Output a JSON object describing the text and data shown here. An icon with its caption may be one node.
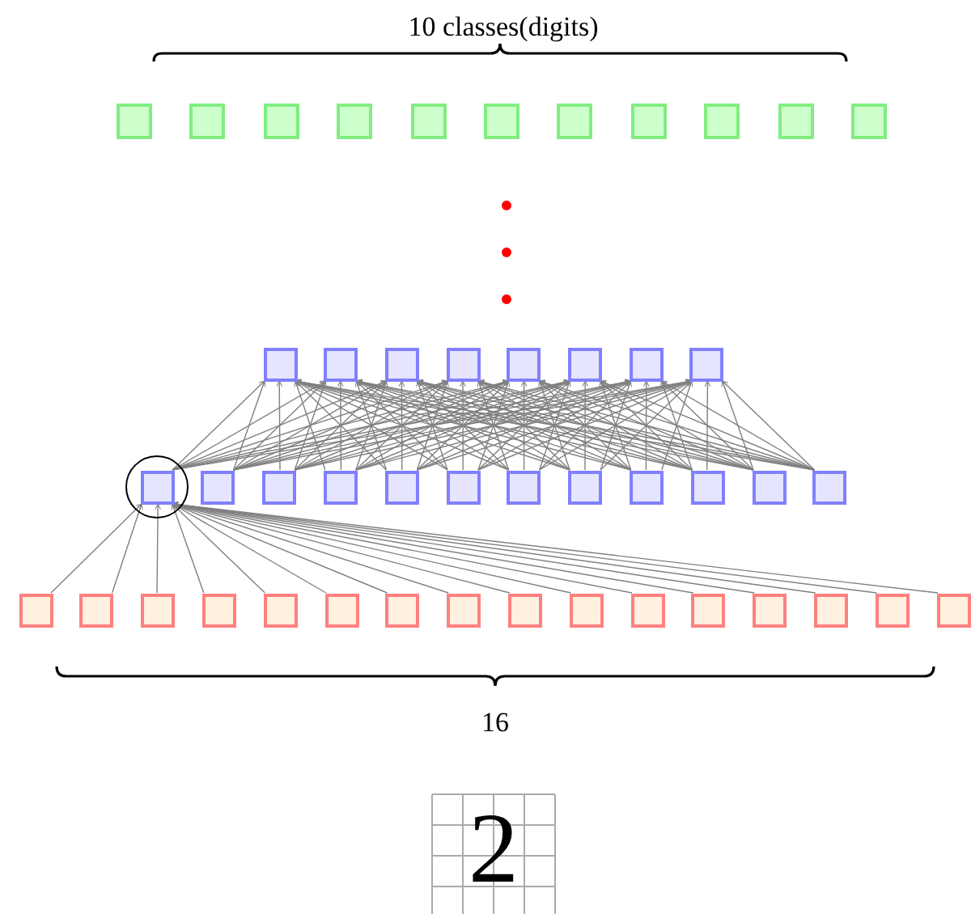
{
  "diagram": {
    "nodes": [
      {
        "text": [],
        "shape": "box"
      },
      {
        "text": [],
        "shape": "box"
      },
      {
        "text": [],
        "shape": "box"
      },
      {
        "text": [],
        "shape": "box"
      },
      {
        "text": [],
        "shape": "box"
      },
      {
        "text": [],
        "shape": "box"
      },
      {
        "text": [],
        "shape": "box"
      },
      {
        "text": [],
        "shape": "box"
      },
      {
        "text": [],
        "shape": "box"
      },
      {
        "text": [],
        "shape": "box"
      },
      {
        "text": [],
        "shape": "box"
      },
      {
        "text": [],
        "shape": "box"
      },
      {
        "text": [],
        "shape": "box"
      },
      {
        "text": [],
        "shape": "box"
      },
      {
        "text": [],
        "shape": "box"
      },
      {
        "text": [],
        "shape": "box"
      },
      {
        "text": [],
        "shape": "box"
      },
      {
        "text": [],
        "shape": "box"
      },
      {
        "text": [],
        "shape": "box"
      },
      {
        "text": [],
        "shape": "box"
      },
      {
        "text": [],
        "shape": "box"
      },
      {
        "text": [],
        "shape": "box"
      },
      {
        "text": [],
        "shape": "box"
      },
      {
        "text": [],
        "shape": "box"
      },
      {
        "text": [],
        "shape": "box"
      },
      {
        "text": [],
        "shape": "box"
      },
      {
        "text": [],
        "shape": "box"
      },
      {
        "text": [],
        "shape": "box"
      },
      {
        "text": [],
        "shape": "box"
      },
      {
        "text": [],
        "shape": "box"
      },
      {
        "text": [],
        "shape": "box"
      },
      {
        "text": [],
        "shape": "box"
      },
      {
        "text": [],
        "shape": "box"
      },
      {
        "text": [],
        "shape": "box"
      },
      {
        "text": [],
        "shape": "box"
      },
      {
        "text": [],
        "shape": "box"
      },
      {
        "text": [],
        "shape": "box"
      },
      {
        "text": [],
        "shape": "box"
      },
      {
        "text": [],
        "shape": "box"
      },
      {
        "text": [],
        "shape": "box"
      },
      {
        "text": [],
        "shape": "box"
      },
      {
        "text": [],
        "shape": "box"
      },
      {
        "text": [],
        "shape": "box"
      },
      {
        "text": [],
        "shape": "box"
      },
      {
        "text": [],
        "shape": "box"
      },
      {
        "text": [],
        "shape": "box"
      },
      {
        "text": [],
        "shape": "box"
      }
    ],
    "edges": [
      {
        "from": 31,
        "to": 19,
        "arrow": "to"
      },
      {
        "from": 32,
        "to": 19,
        "arrow": "to"
      },
      {
        "from": 33,
        "to": 19,
        "arrow": "to"
      },
      {
        "from": 34,
        "to": 19,
        "arrow": "to"
      },
      {
        "from": 35,
        "to": 19,
        "arrow": "to"
      },
      {
        "from": 36,
        "to": 19,
        "arrow": "to"
      },
      {
        "from": 37,
        "to": 19,
        "arrow": "to"
      },
      {
        "from": 38,
        "to": 19,
        "arrow": "to"
      },
      {
        "from": 39,
        "to": 19,
        "arrow": "to"
      },
      {
        "from": 40,
        "to": 19,
        "arrow": "to"
      },
      {
        "from": 41,
        "to": 19,
        "arrow": "to"
      },
      {
        "from": 42,
        "to": 19,
        "arrow": "to"
      },
      {
        "from": 43,
        "to": 19,
        "arrow": "to"
      },
      {
        "from": 44,
        "to": 19,
        "arrow": "to"
      },
      {
        "from": 45,
        "to": 19,
        "arrow": "to"
      },
      {
        "from": 46,
        "to": 19,
        "arrow": "to"
      },
      {
        "from": 19,
        "to": 11,
        "arrow": "to"
      },
      {
        "from": 19,
        "to": 12,
        "arrow": "to"
      },
      {
        "from": 19,
        "to": 13,
        "arrow": "to"
      },
      {
        "from": 19,
        "to": 14,
        "arrow": "to"
      },
      {
        "from": 19,
        "to": 15,
        "arrow": "to"
      },
      {
        "from": 19,
        "to": 16,
        "arrow": "to"
      },
      {
        "from": 19,
        "to": 17,
        "arrow": "to"
      },
      {
        "from": 19,
        "to": 18,
        "arrow": "to"
      },
      {
        "from": 20,
        "to": 11,
        "arrow": "to"
      },
      {
        "from": 20,
        "to": 12,
        "arrow": "to"
      },
      {
        "from": 20,
        "to": 13,
        "arrow": "to"
      },
      {
        "from": 20,
        "to": 14,
        "arrow": "to"
      },
      {
        "from": 20,
        "to": 15,
        "arrow": "to"
      },
      {
        "from": 20,
        "to": 16,
        "arrow": "to"
      },
      {
        "from": 20,
        "to": 17,
        "arrow": "to"
      },
      {
        "from": 20,
        "to": 18,
        "arrow": "to"
      },
      {
        "from": 21,
        "to": 11,
        "arrow": "to"
      },
      {
        "from": 21,
        "to": 12,
        "arrow": "to"
      },
      {
        "from": 21,
        "to": 13,
        "arrow": "to"
      },
      {
        "from": 21,
        "to": 14,
        "arrow": "to"
      },
      {
        "from": 21,
        "to": 15,
        "arrow": "to"
      },
      {
        "from": 21,
        "to": 16,
        "arrow": "to"
      },
      {
        "from": 21,
        "to": 17,
        "arrow": "to"
      },
      {
        "from": 21,
        "to": 18,
        "arrow": "to"
      },
      {
        "from": 22,
        "to": 11,
        "arrow": "to"
      },
      {
        "from": 22,
        "to": 12,
        "arrow": "to"
      },
      {
        "from": 22,
        "to": 13,
        "arrow": "to"
      },
      {
        "from": 22,
        "to": 14,
        "arrow": "to"
      },
      {
        "from": 22,
        "to": 15,
        "arrow": "to"
      },
      {
        "from": 22,
        "to": 16,
        "arrow": "to"
      },
      {
        "from": 22,
        "to": 17,
        "arrow": "to"
      },
      {
        "from": 22,
        "to": 18,
        "arrow": "to"
      },
      {
        "from": 23,
        "to": 11,
        "arrow": "to"
      },
      {
        "from": 23,
        "to": 12,
        "arrow": "to"
      },
      {
        "from": 23,
        "to": 13,
        "arrow": "to"
      },
      {
        "from": 23,
        "to": 14,
        "arrow": "to"
      },
      {
        "from": 23,
        "to": 15,
        "arrow": "to"
      },
      {
        "from": 23,
        "to": 16,
        "arrow": "to"
      },
      {
        "from": 23,
        "to": 17,
        "arrow": "to"
      },
      {
        "from": 23,
        "to": 18,
        "arrow": "to"
      },
      {
        "from": 24,
        "to": 11,
        "arrow": "to"
      },
      {
        "from": 24,
        "to": 12,
        "arrow": "to"
      },
      {
        "from": 24,
        "to": 13,
        "arrow": "to"
      },
      {
        "from": 24,
        "to": 14,
        "arrow": "to"
      },
      {
        "from": 24,
        "to": 15,
        "arrow": "to"
      },
      {
        "from": 24,
        "to": 16,
        "arrow": "to"
      },
      {
        "from": 24,
        "to": 17,
        "arrow": "to"
      },
      {
        "from": 24,
        "to": 18,
        "arrow": "to"
      },
      {
        "from": 25,
        "to": 11,
        "arrow": "to"
      },
      {
        "from": 25,
        "to": 12,
        "arrow": "to"
      },
      {
        "from": 25,
        "to": 13,
        "arrow": "to"
      },
      {
        "from": 25,
        "to": 14,
        "arrow": "to"
      },
      {
        "from": 25,
        "to": 15,
        "arrow": "to"
      },
      {
        "from": 25,
        "to": 16,
        "arrow": "to"
      },
      {
        "from": 25,
        "to": 17,
        "arrow": "to"
      },
      {
        "from": 25,
        "to": 18,
        "arrow": "to"
      },
      {
        "from": 26,
        "to": 11,
        "arrow": "to"
      },
      {
        "from": 26,
        "to": 12,
        "arrow": "to"
      },
      {
        "from": 26,
        "to": 13,
        "arrow": "to"
      },
      {
        "from": 26,
        "to": 14,
        "arrow": "to"
      },
      {
        "from": 26,
        "to": 15,
        "arrow": "to"
      },
      {
        "from": 26,
        "to": 16,
        "arrow": "to"
      },
      {
        "from": 26,
        "to": 17,
        "arrow": "to"
      },
      {
        "from": 26,
        "to": 18,
        "arrow": "to"
      },
      {
        "from": 27,
        "to": 11,
        "arrow": "to"
      },
      {
        "from": 27,
        "to": 12,
        "arrow": "to"
      },
      {
        "from": 27,
        "to": 13,
        "arrow": "to"
      },
      {
        "from": 27,
        "to": 14,
        "arrow": "to"
      },
      {
        "from": 27,
        "to": 15,
        "arrow": "to"
      },
      {
        "from": 27,
        "to": 16,
        "arrow": "to"
      },
      {
        "from": 27,
        "to": 17,
        "arrow": "to"
      },
      {
        "from": 27,
        "to": 18,
        "arrow": "to"
      },
      {
        "from": 28,
        "to": 11,
        "arrow": "to"
      },
      {
        "from": 28,
        "to": 12,
        "arrow": "to"
      },
      {
        "from": 28,
        "to": 13,
        "arrow": "to"
      },
      {
        "from": 28,
        "to": 14,
        "arrow": "to"
      },
      {
        "from": 28,
        "to": 15,
        "arrow": "to"
      },
      {
        "from": 28,
        "to": 16,
        "arrow": "to"
      },
      {
        "from": 28,
        "to": 17,
        "arrow": "to"
      },
      {
        "from": 28,
        "to": 18,
        "arrow": "to"
      },
      {
        "from": 29,
        "to": 11,
        "arrow": "to"
      },
      {
        "from": 29,
        "to": 12,
        "arrow": "to"
      },
      {
        "from": 29,
        "to": 13,
        "arrow": "to"
      },
      {
        "from": 29,
        "to": 14,
        "arrow": "to"
      },
      {
        "from": 29,
        "to": 15,
        "arrow": "to"
      },
      {
        "from": 29,
        "to": 16,
        "arrow": "to"
      },
      {
        "from": 29,
        "to": 17,
        "arrow": "to"
      },
      {
        "from": 29,
        "to": 18,
        "arrow": "to"
      },
      {
        "from": 30,
        "to": 11,
        "arrow": "to"
      },
      {
        "from": 30,
        "to": 12,
        "arrow": "to"
      },
      {
        "from": 30,
        "to": 13,
        "arrow": "to"
      },
      {
        "from": 30,
        "to": 14,
        "arrow": "to"
      },
      {
        "from": 30,
        "to": 15,
        "arrow": "to"
      },
      {
        "from": 30,
        "to": 16,
        "arrow": "to"
      },
      {
        "from": 30,
        "to": 17,
        "arrow": "to"
      },
      {
        "from": 30,
        "to": 18,
        "arrow": "to"
      }
    ],
    "labels": [
      "10 classes(digits)",
      "16",
      "2"
    ]
  }
}
